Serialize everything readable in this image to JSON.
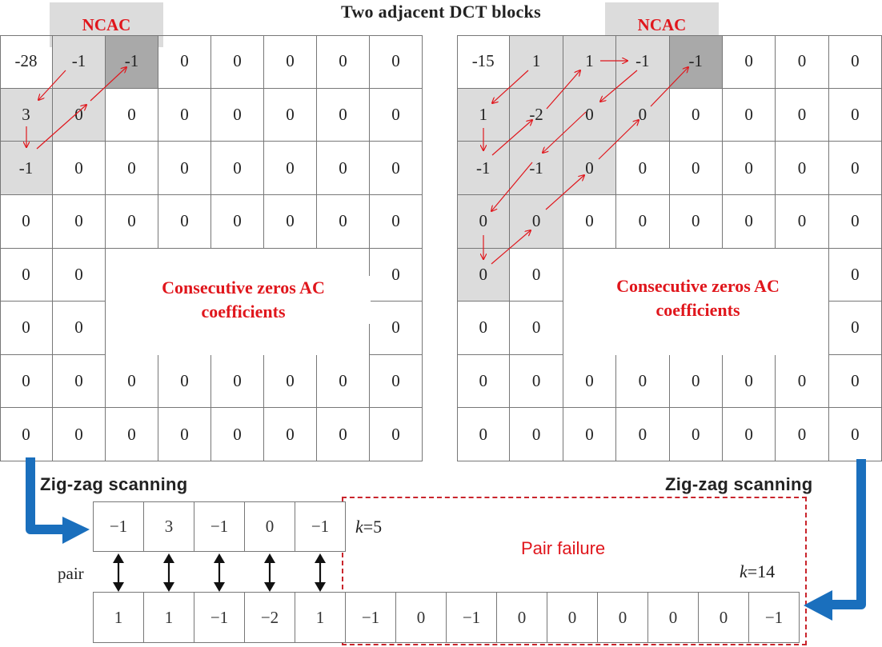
{
  "title": "Two adjacent DCT blocks",
  "ncac_label": "NCAC",
  "zeros_label_line1": "Consecutive zeros AC",
  "zeros_label_line2": "coefficients",
  "scan_label": "Zig-zag scanning",
  "pair_label": "pair",
  "failure_label": "Pair failure",
  "block1": {
    "rows": [
      [
        "-28",
        "-1",
        "-1",
        "0",
        "0",
        "0",
        "0",
        "0"
      ],
      [
        "3",
        "0",
        "0",
        "0",
        "0",
        "0",
        "0",
        "0"
      ],
      [
        "-1",
        "0",
        "0",
        "0",
        "0",
        "0",
        "0",
        "0"
      ],
      [
        "0",
        "0",
        "0",
        "0",
        "0",
        "0",
        "0",
        "0"
      ],
      [
        "0",
        "0",
        "",
        "",
        "",
        "",
        "",
        "0"
      ],
      [
        "0",
        "0",
        "",
        "",
        "",
        "",
        "",
        "0"
      ],
      [
        "0",
        "0",
        "0",
        "0",
        "0",
        "0",
        "0",
        "0"
      ],
      [
        "0",
        "0",
        "0",
        "0",
        "0",
        "0",
        "0",
        "0"
      ]
    ],
    "shade": [
      [
        0,
        1,
        2,
        0,
        0,
        0,
        0,
        0
      ],
      [
        1,
        1,
        0,
        0,
        0,
        0,
        0,
        0
      ],
      [
        1,
        0,
        0,
        0,
        0,
        0,
        0,
        0
      ],
      [
        0,
        0,
        0,
        0,
        0,
        0,
        0,
        0
      ],
      [
        0,
        0,
        0,
        0,
        0,
        0,
        0,
        0
      ],
      [
        0,
        0,
        0,
        0,
        0,
        0,
        0,
        0
      ],
      [
        0,
        0,
        0,
        0,
        0,
        0,
        0,
        0
      ],
      [
        0,
        0,
        0,
        0,
        0,
        0,
        0,
        0
      ]
    ]
  },
  "block2": {
    "rows": [
      [
        "-15",
        "1",
        "1",
        "-1",
        "-1",
        "0",
        "0",
        "0"
      ],
      [
        "1",
        "-2",
        "0",
        "0",
        "0",
        "0",
        "0",
        "0"
      ],
      [
        "-1",
        "-1",
        "0",
        "0",
        "0",
        "0",
        "0",
        "0"
      ],
      [
        "0",
        "0",
        "0",
        "0",
        "0",
        "0",
        "0",
        "0"
      ],
      [
        "0",
        "0",
        "",
        "",
        "",
        "",
        "",
        "0"
      ],
      [
        "0",
        "0",
        "",
        "",
        "",
        "",
        "",
        "0"
      ],
      [
        "0",
        "0",
        "0",
        "0",
        "0",
        "0",
        "0",
        "0"
      ],
      [
        "0",
        "0",
        "0",
        "0",
        "0",
        "0",
        "0",
        "0"
      ]
    ],
    "shade": [
      [
        0,
        1,
        1,
        1,
        2,
        0,
        0,
        0
      ],
      [
        1,
        1,
        1,
        1,
        0,
        0,
        0,
        0
      ],
      [
        1,
        1,
        1,
        0,
        0,
        0,
        0,
        0
      ],
      [
        1,
        1,
        0,
        0,
        0,
        0,
        0,
        0
      ],
      [
        1,
        0,
        0,
        0,
        0,
        0,
        0,
        0
      ],
      [
        0,
        0,
        0,
        0,
        0,
        0,
        0,
        0
      ],
      [
        0,
        0,
        0,
        0,
        0,
        0,
        0,
        0
      ],
      [
        0,
        0,
        0,
        0,
        0,
        0,
        0,
        0
      ]
    ]
  },
  "sequence1": [
    "−1",
    "3",
    "−1",
    "0",
    "−1"
  ],
  "sequence2": [
    "1",
    "1",
    "−1",
    "−2",
    "1",
    "−1",
    "0",
    "−1",
    "0",
    "0",
    "0",
    "0",
    "0",
    "−1"
  ],
  "k1": {
    "var": "k",
    "value": "=5"
  },
  "k2": {
    "var": "k",
    "value": "=14"
  },
  "colors": {
    "accent_red": "#e0161c",
    "arrow_blue": "#1a6fbd",
    "shade_light": "#dcdcdc",
    "shade_dark": "#a9a9a9"
  }
}
